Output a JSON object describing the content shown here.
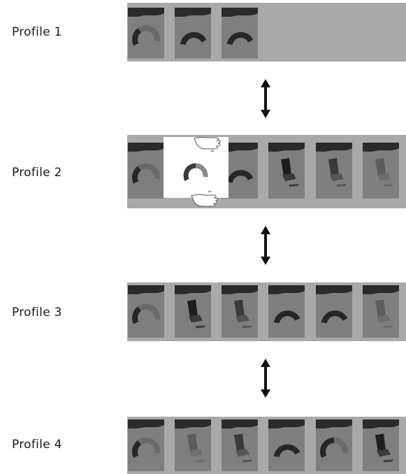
{
  "profiles": [
    {
      "label": "Profile 1",
      "cards": [
        "gauge-quarter",
        "gauge-full",
        "gauge-full"
      ]
    },
    {
      "label": "Profile 2",
      "cards": [
        "gauge-quarter",
        "gauge-half",
        "gauge-full",
        "seat-dark",
        "seat-mid",
        "seat-light"
      ]
    },
    {
      "label": "Profile 3",
      "cards": [
        "gauge-quarter",
        "seat-dark",
        "seat-mid",
        "gauge-full",
        "gauge-full",
        "seat-light"
      ]
    },
    {
      "label": "Profile 4",
      "cards": [
        "gauge-quarter",
        "seat-light",
        "seat-mid",
        "gauge-full",
        "gauge-half",
        "seat-dark"
      ]
    }
  ],
  "selected": {
    "profile": "Profile 2",
    "card_index": 1
  },
  "colors": {
    "strip": "#a9a9a9",
    "card": "#7f7f7f",
    "header": "#2a2a2a",
    "gauge_dark": "#262626",
    "gauge_light": "#6a6a6a"
  },
  "icons": [
    "updown-arrow-icon",
    "swipe-hand-icon",
    "seat-icon",
    "gauge-icon"
  ]
}
